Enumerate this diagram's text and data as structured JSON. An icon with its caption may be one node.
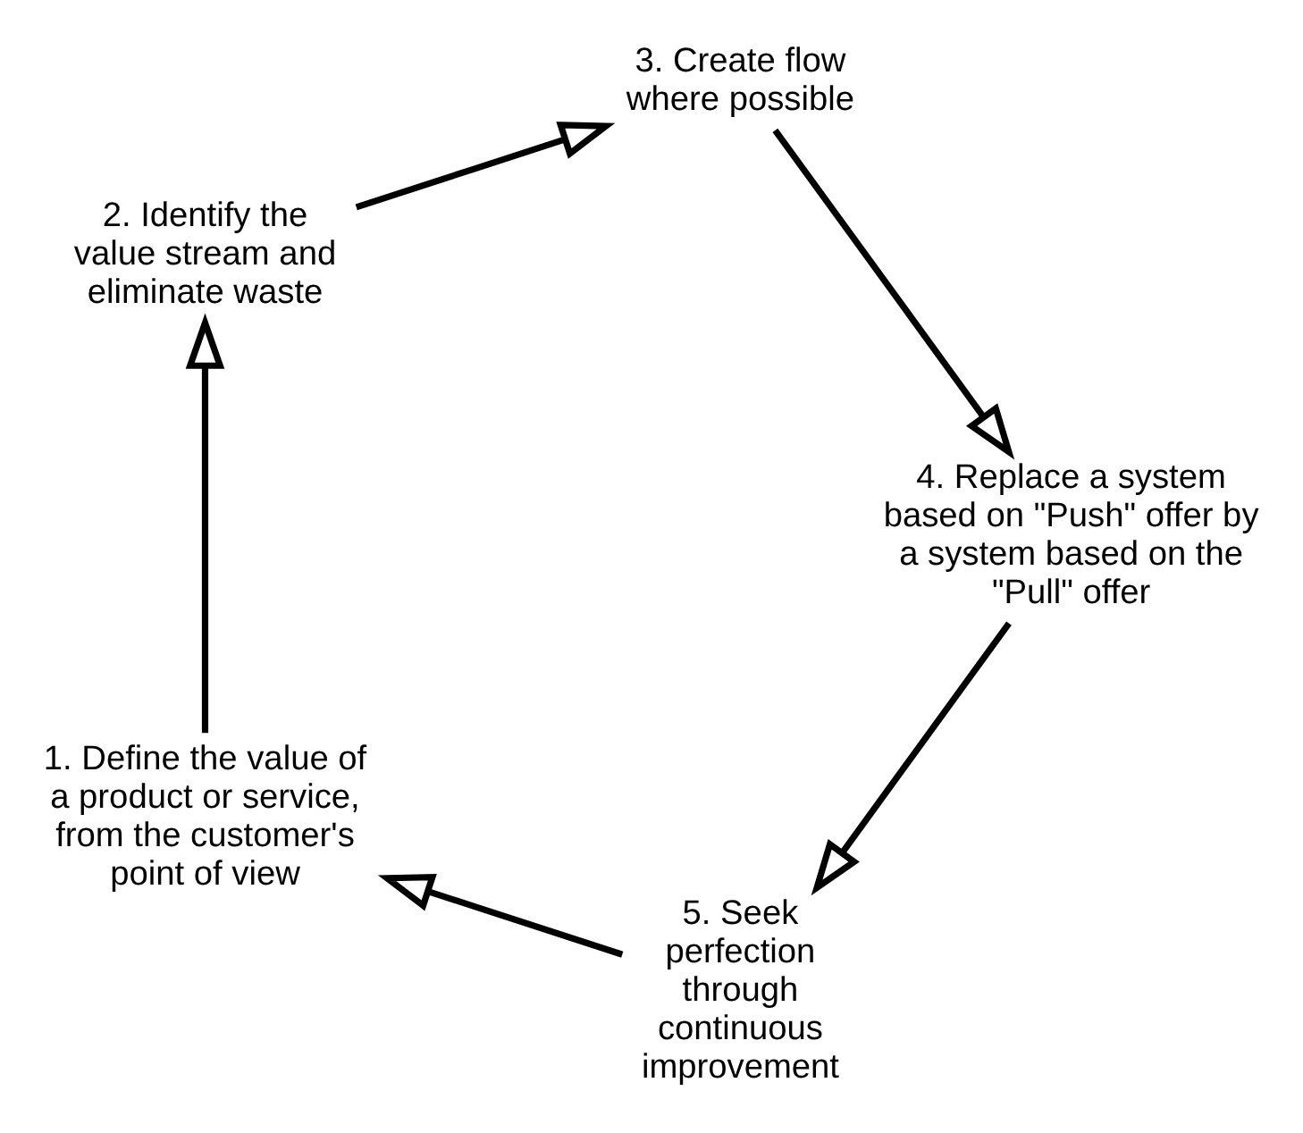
{
  "diagram": {
    "nodes": [
      {
        "text": [
          "5. Seek perfection through continuous improvement"
        ]
      },
      {
        "text": [
          "1. Define the value of a product or service, from the customer's point of view"
        ]
      },
      {
        "text": [
          "4. Replace a system based on \"Push\" offer by a system based on the \"Pull\" offer"
        ]
      },
      {
        "text": [
          "2. Identify the value stream and eliminate waste"
        ]
      },
      {
        "text": [
          "3. Create flow where possible"
        ]
      }
    ],
    "edges": [
      {
        "from": 0,
        "to": 1,
        "arrow": "to"
      },
      {
        "from": 1,
        "to": 3,
        "arrow": "to"
      },
      {
        "from": 3,
        "to": 4,
        "arrow": "to"
      },
      {
        "from": 4,
        "to": 2,
        "arrow": "to"
      },
      {
        "from": 2,
        "to": 0,
        "arrow": "to"
      }
    ]
  }
}
